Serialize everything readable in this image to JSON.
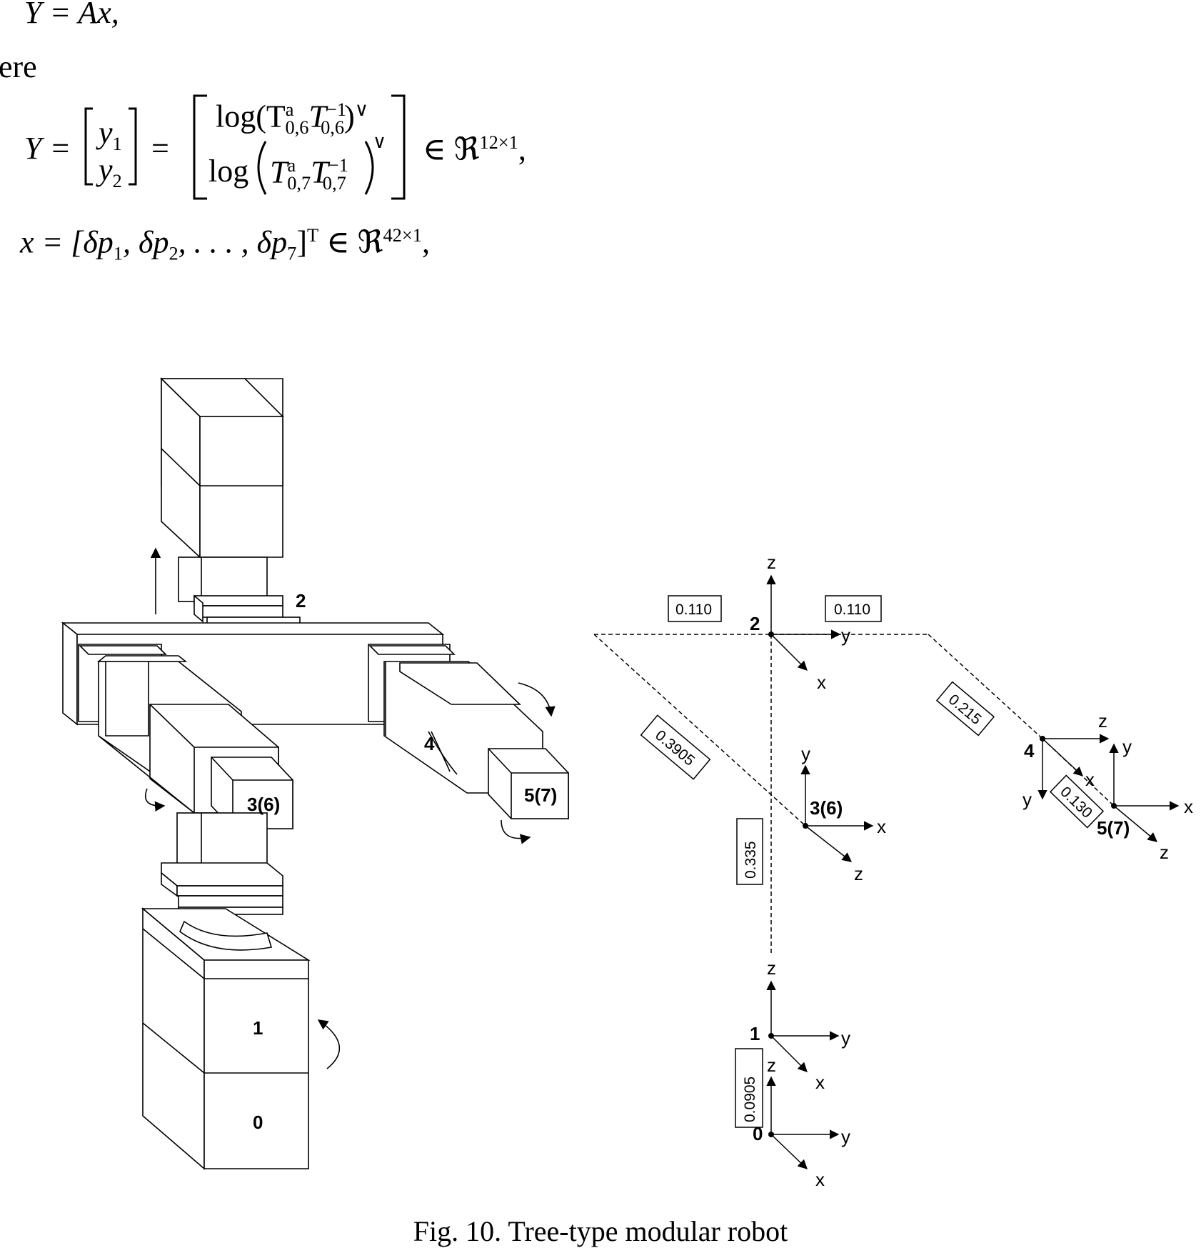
{
  "text": {
    "eq_line1": "Y = Ax,",
    "where_fragment": "ere",
    "eq_Y_lhs": "Y =",
    "eq_y1": "y",
    "eq_y1_sub": "1",
    "eq_y2": "y",
    "eq_y2_sub": "2",
    "eq_equals": "=",
    "eq_log1": "log(T",
    "eq_log1_supsub": "a",
    "eq_log1_sub": "0,6",
    "eq_Tinv": "T",
    "eq_Tinv_sup": "−1",
    "eq_Tinv_sub": "0,6",
    "eq_log1_close": ")",
    "eq_vee": "∨",
    "eq_log2": "log",
    "eq_log2_sub": "0,7",
    "eq_log2_inv_sub": "0,7",
    "eq_in1": "∈ ℜ",
    "eq_in1_sup": "12×1",
    "eq_comma": ",",
    "eq_x_line": "x = [δp",
    "eq_x_sub1": "1",
    "eq_x_mid": ", δp",
    "eq_x_sub2": "2",
    "eq_x_dots": ", . . . , δp",
    "eq_x_sub7": "7",
    "eq_x_close": "]",
    "eq_x_T": "T",
    "eq_in2": " ∈ ℜ",
    "eq_in2_sup": "42×1",
    "caption": "Fig. 10. Tree-type modular robot"
  },
  "robot_labels": {
    "m0": "0",
    "m1": "1",
    "m2": "2",
    "m36": "3(6)",
    "m4": "4",
    "m57": "5(7)"
  },
  "kinematic": {
    "dims": {
      "d0110a": "0.110",
      "d0110b": "0.110",
      "d03905": "0.3905",
      "d0215": "0.215",
      "d0335": "0.335",
      "d0130": "0.130",
      "d00905": "0.0905"
    },
    "frames": {
      "f2": "2",
      "f1": "1",
      "f0": "0",
      "f36": "3(6)",
      "f4": "4",
      "f57": "5(7)"
    },
    "axes": {
      "x": "x",
      "y": "y",
      "z": "z"
    }
  }
}
